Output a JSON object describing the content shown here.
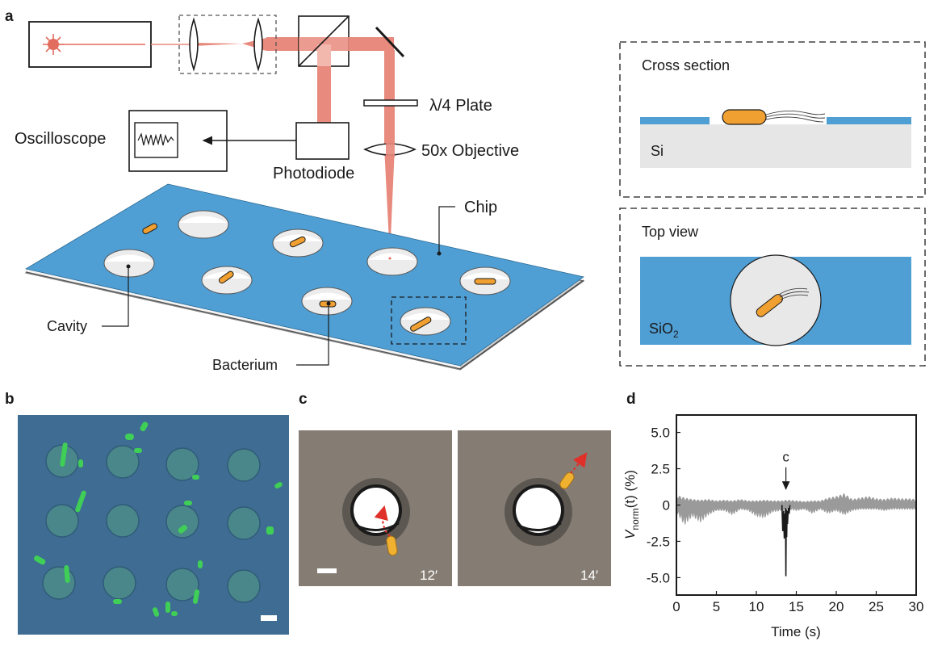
{
  "panels": {
    "a": {
      "letter": "a",
      "labels": {
        "quarter_plate": "λ/4 Plate",
        "objective": "50x Objective",
        "oscilloscope": "Oscilloscope",
        "photodiode": "Photodiode",
        "chip": "Chip",
        "cavity": "Cavity",
        "bacterium": "Bacterium"
      },
      "inset_cross_section": {
        "title": "Cross section",
        "substrate": "Si"
      },
      "inset_top_view": {
        "title": "Top view",
        "layer_main": "SiO",
        "layer_sub": "2"
      },
      "colors": {
        "chip_blue": "#4f9fd5",
        "laser_red": "#e26c5e",
        "bacterium_orange": "#f0a030",
        "cavity_grey": "#e8e8e8"
      }
    },
    "b": {
      "letter": "b"
    },
    "c": {
      "letter": "c",
      "frame_left_time": "12′",
      "frame_right_time": "14′"
    },
    "d": {
      "letter": "d"
    }
  },
  "chart_data": {
    "type": "line",
    "xlabel": "Time (s)",
    "ylabel_main": "V",
    "ylabel_sub": "norm",
    "ylabel_suffix": "(t)  (%)",
    "xlim": [
      0,
      30
    ],
    "ylim": [
      -6.2,
      6.2
    ],
    "xticks": [
      0,
      5,
      10,
      15,
      20,
      25,
      30
    ],
    "yticks": [
      5.0,
      2.5,
      0,
      -2.5,
      -5.0
    ],
    "ytick_labels": [
      "5.0",
      "2.5",
      "0",
      "-2.5",
      "-5.0"
    ],
    "annotation": {
      "text": "c",
      "x": 13.7
    },
    "series": [
      {
        "color": "#9a9a9a",
        "envelope": {
          "x": [
            0,
            1,
            2,
            3,
            4,
            5,
            6,
            7,
            8,
            9,
            10,
            11,
            12,
            13,
            14,
            15,
            16,
            17,
            18,
            19,
            20,
            21,
            22,
            23,
            24,
            25,
            26,
            27,
            28,
            29,
            30
          ],
          "upper": [
            0.7,
            0.5,
            0.4,
            0.35,
            0.4,
            0.3,
            0.35,
            0.3,
            0.4,
            0.3,
            0.3,
            0.35,
            0.3,
            0.3,
            0.35,
            0.3,
            0.25,
            0.3,
            0.3,
            0.5,
            0.6,
            0.8,
            0.4,
            0.5,
            0.6,
            0.45,
            0.4,
            0.5,
            0.45,
            0.45,
            0.4
          ],
          "lower": [
            -0.5,
            -1.4,
            -0.8,
            -1.2,
            -0.7,
            -0.4,
            -0.4,
            -0.7,
            -0.3,
            -0.4,
            -0.8,
            -0.9,
            -0.5,
            -0.4,
            -0.3,
            -0.4,
            -0.3,
            -0.6,
            -0.3,
            -0.6,
            -0.4,
            -0.7,
            -0.4,
            -0.3,
            -0.3,
            -0.3,
            -0.4,
            -0.3,
            -0.3,
            -0.3,
            -0.3
          ]
        }
      },
      {
        "color": "#1a1a1a",
        "x": [
          13.2,
          13.3,
          13.4,
          13.5,
          13.55,
          13.6,
          13.65,
          13.7,
          13.75,
          13.8,
          13.85,
          13.9,
          14.0,
          14.1,
          14.2
        ],
        "y": [
          0,
          -1.8,
          -0.4,
          -2.3,
          -0.6,
          -1.9,
          -0.2,
          -4.9,
          -0.3,
          -2.2,
          -0.4,
          -1.3,
          -0.2,
          -0.6,
          0
        ]
      }
    ]
  }
}
